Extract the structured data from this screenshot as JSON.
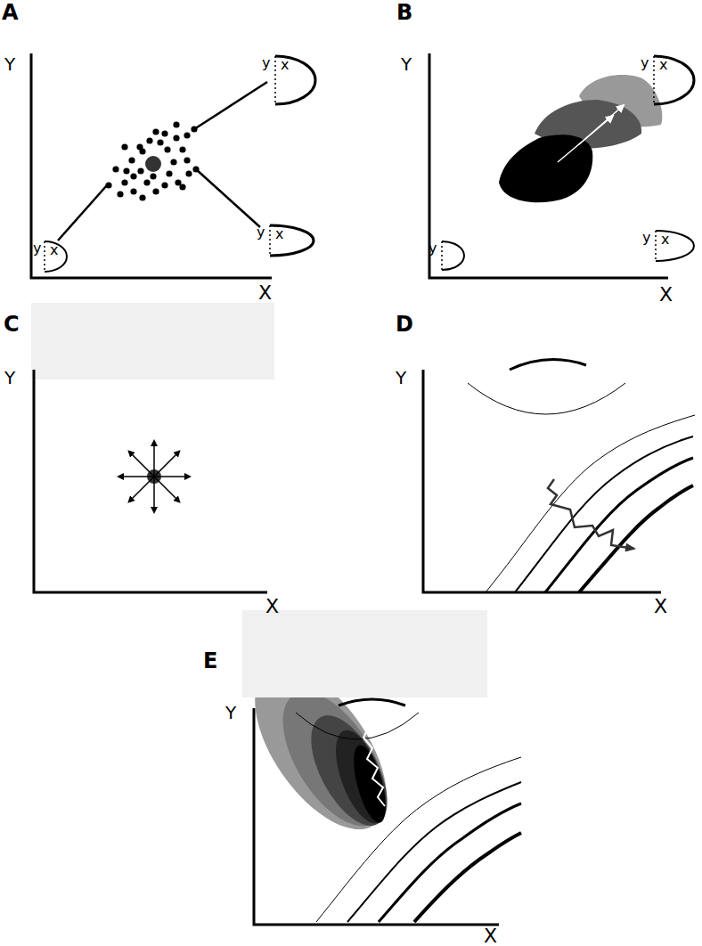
{
  "diagram": {
    "nodes": [
      {
        "text": [
          "y",
          "x"
        ]
      },
      {
        "text": [
          "y",
          "x"
        ]
      },
      {
        "text": [
          "y",
          "x"
        ]
      },
      {
        "text": [
          "y",
          "x"
        ]
      },
      {
        "text": [
          "y",
          "x"
        ]
      },
      {
        "text": [
          "y"
        ]
      }
    ],
    "labels": [
      "A",
      "Y",
      "X",
      "B",
      "Y",
      "X",
      "C",
      "Y",
      "X",
      "D",
      "Y",
      "X",
      "E",
      "Y",
      "X"
    ]
  }
}
